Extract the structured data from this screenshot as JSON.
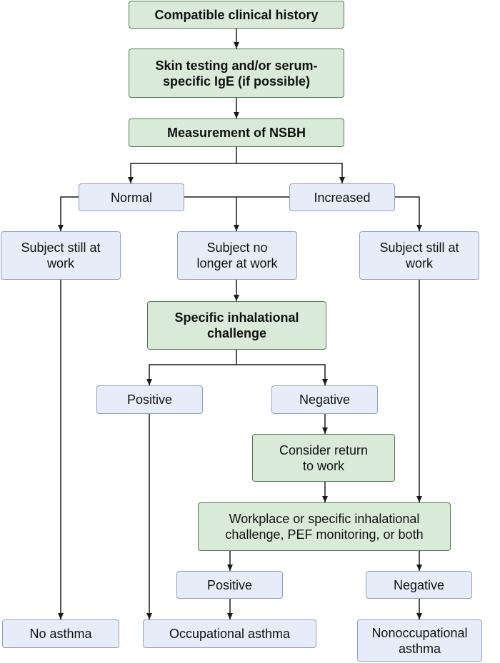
{
  "colors": {
    "green_fill": "#d9ead8",
    "green_border": "#4f7a50",
    "blue_fill": "#e6ecf8",
    "blue_border": "#8fa1bf",
    "connector": "#1a1a1a"
  },
  "nodes": {
    "clinical_history": "Compatible clinical history",
    "skin_testing": "Skin testing and/or serum-\nspecific IgE (if possible)",
    "nsbh": "Measurement of NSBH",
    "normal": "Normal",
    "increased": "Increased",
    "still_at_work_left": "Subject still at\nwork",
    "no_longer_at_work": "Subject no\nlonger at work",
    "still_at_work_right": "Subject still at\nwork",
    "sic": "Specific inhalational\nchallenge",
    "positive_1": "Positive",
    "negative_1": "Negative",
    "consider_return": "Consider return\nto work",
    "workplace": "Workplace or specific inhalational\nchallenge, PEF monitoring, or both",
    "positive_2": "Positive",
    "negative_2": "Negative",
    "no_asthma": "No asthma",
    "occupational_asthma": "Occupational asthma",
    "nonoccupational_asthma": "Nonoccupational\nasthma"
  }
}
